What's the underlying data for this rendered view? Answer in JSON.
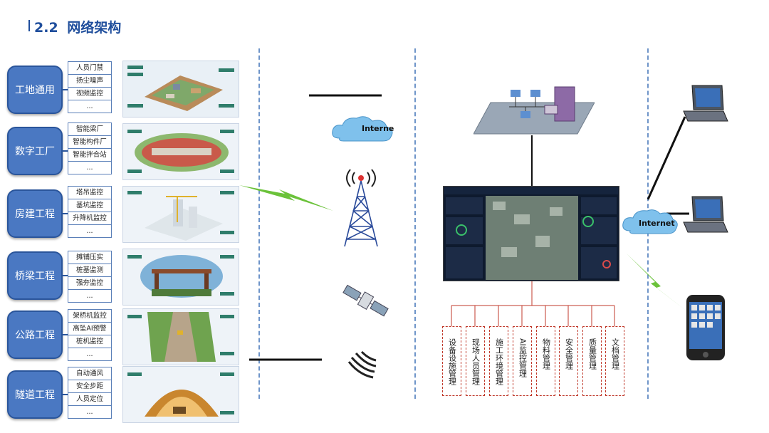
{
  "section": {
    "number": "2.2",
    "title": "网络架构"
  },
  "categories": [
    {
      "label": "工地通用",
      "items": [
        "人员门禁",
        "扬尘噪声",
        "视频监控",
        "..."
      ]
    },
    {
      "label": "数字工厂",
      "items": [
        "智能梁厂",
        "智能构件厂",
        "智能拌合站",
        "..."
      ]
    },
    {
      "label": "房建工程",
      "items": [
        "塔吊监控",
        "基坑监控",
        "升降机监控",
        "..."
      ]
    },
    {
      "label": "桥梁工程",
      "items": [
        "摊铺压实",
        "桩基监测",
        "强夯监控",
        "..."
      ]
    },
    {
      "label": "公路工程",
      "items": [
        "架桥机监控",
        "高坠AI预警",
        "桩机监控",
        "..."
      ]
    },
    {
      "label": "隧道工程",
      "items": [
        "自动通风",
        "安全步距",
        "人员定位",
        "..."
      ]
    }
  ],
  "network": {
    "cloud_left": "Interne",
    "cloud_right": "Internet"
  },
  "modules": [
    "设备设施管理",
    "现场人员管理",
    "施工环境管理",
    "AI监控管理",
    "物料管理",
    "安全管理",
    "质量管理",
    "文档管理"
  ],
  "colors": {
    "title": "#1f4e9c",
    "category_fill": "#4a78c2",
    "module_border": "#c0392b",
    "dash": "#6f95c9"
  }
}
